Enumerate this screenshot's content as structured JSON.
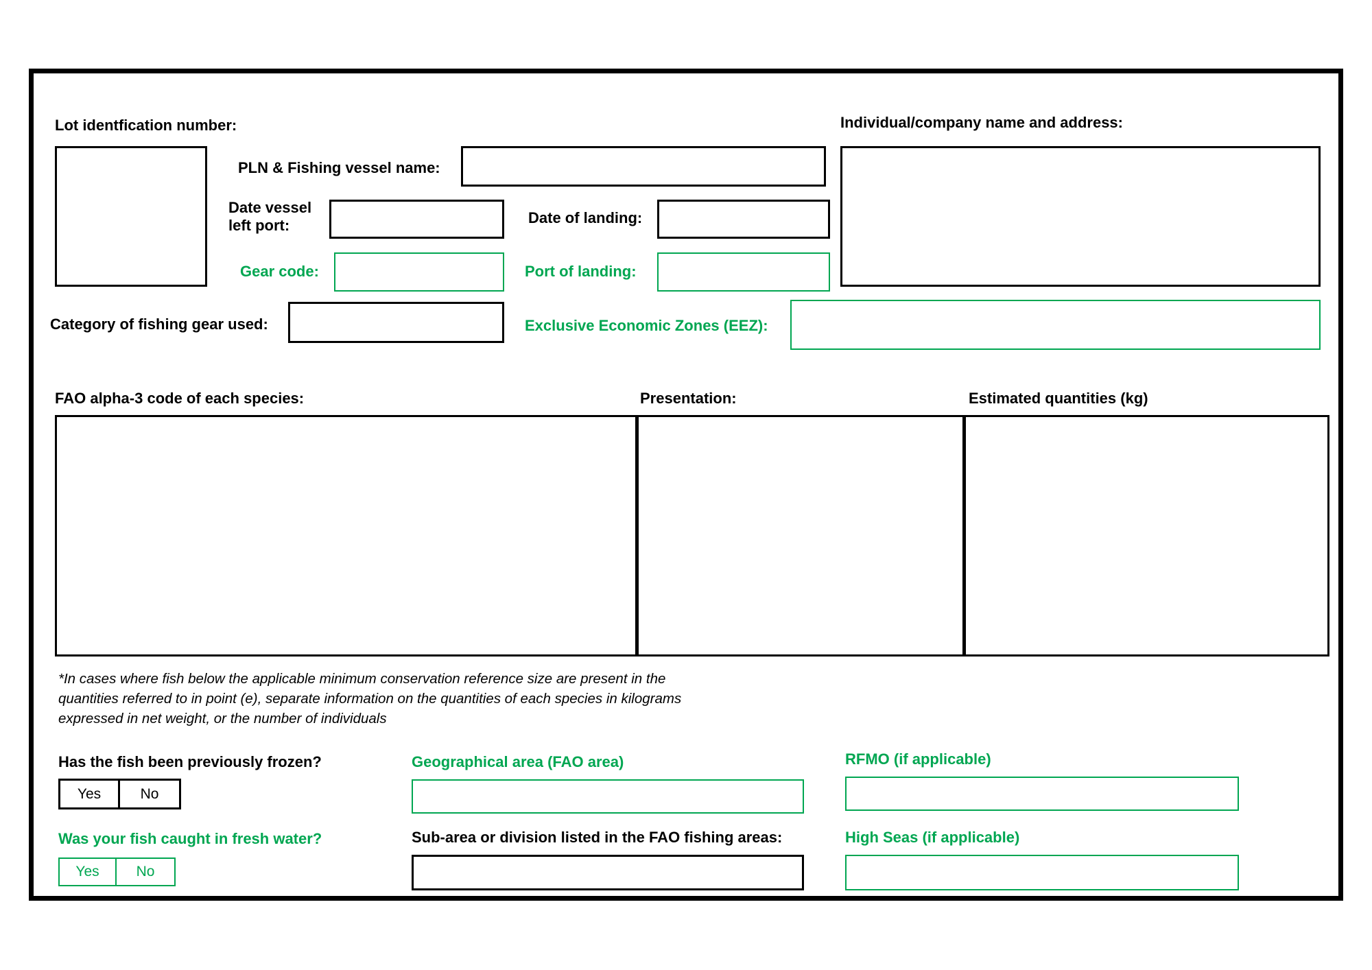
{
  "colors": {
    "green": "#00A651",
    "black": "#000000"
  },
  "labels": {
    "lot_id": "Lot identfication number:",
    "company": "Individual/company name and address:",
    "pln": "PLN & Fishing vessel name:",
    "date_left": "Date vessel left port:",
    "date_landing": "Date of landing:",
    "gear_code": "Gear code:",
    "port_landing": "Port of landing:",
    "category": "Category of fishing gear used:",
    "eez": "Exclusive Economic Zones (EEZ):",
    "species": "FAO alpha-3 code of each species:",
    "presentation": "Presentation:",
    "quantities": "Estimated quantities (kg)",
    "frozen_question": "Has the fish been previously frozen?",
    "fresh_water_question": "Was your fish caught in fresh water?",
    "geo_area": "Geographical area (FAO area)",
    "sub_area": "Sub-area or division listed in the FAO fishing areas:",
    "rfmo": "RFMO (if applicable)",
    "high_seas": "High Seas (if applicable)"
  },
  "note": "*In cases where fish below the applicable minimum conservation reference size are present in the quantities referred to in point (e), separate information on the quantities of each species in kilograms expressed in net weight, or the number of individuals",
  "options": {
    "yes": "Yes",
    "no": "No"
  },
  "fields": {
    "lot_id": "",
    "company": "",
    "pln": "",
    "date_left": "",
    "date_landing": "",
    "gear_code": "",
    "port_landing": "",
    "category": "",
    "eez": "",
    "species": "",
    "presentation": "",
    "quantities": "",
    "geo_area": "",
    "sub_area": "",
    "rfmo": "",
    "high_seas": ""
  }
}
